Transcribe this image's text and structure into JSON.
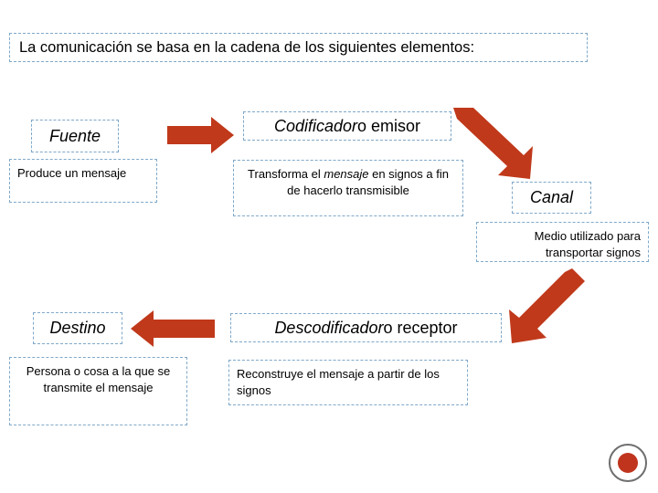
{
  "title": "La comunicación se basa en la cadena de los siguientes elementos:",
  "nodes": {
    "fuente": {
      "label": "Fuente",
      "desc": "Produce un mensaje"
    },
    "codificador": {
      "label_main": "Codificador",
      "label_tail": " o emisor",
      "desc_part1": "Transforma el ",
      "desc_em": "mensaje",
      "desc_part2": " en signos a fin de hacerlo transmisible"
    },
    "canal": {
      "label": "Canal",
      "desc": "Medio utilizado para transportar signos"
    },
    "descodificador": {
      "label_main": "Descodificador",
      "label_tail": " o receptor",
      "desc": "Reconstruye el mensaje a partir de los signos"
    },
    "destino": {
      "label": "Destino",
      "desc": "Persona o cosa a la que se transmite el mensaje"
    }
  },
  "arrows": {
    "fuente_to_codificador": "arrow-right",
    "codificador_to_canal": "arrow-down-right",
    "canal_to_descodificador": "arrow-down-left",
    "descodificador_to_destino": "arrow-left"
  },
  "colors": {
    "arrow": "#C0391B",
    "dashed_border": "#7FA8C9",
    "text": "#000000",
    "bullet_ring": "#6F6F6F",
    "bullet_fill": "#C0341D"
  },
  "decor": {
    "bullet": "circle-marker"
  }
}
